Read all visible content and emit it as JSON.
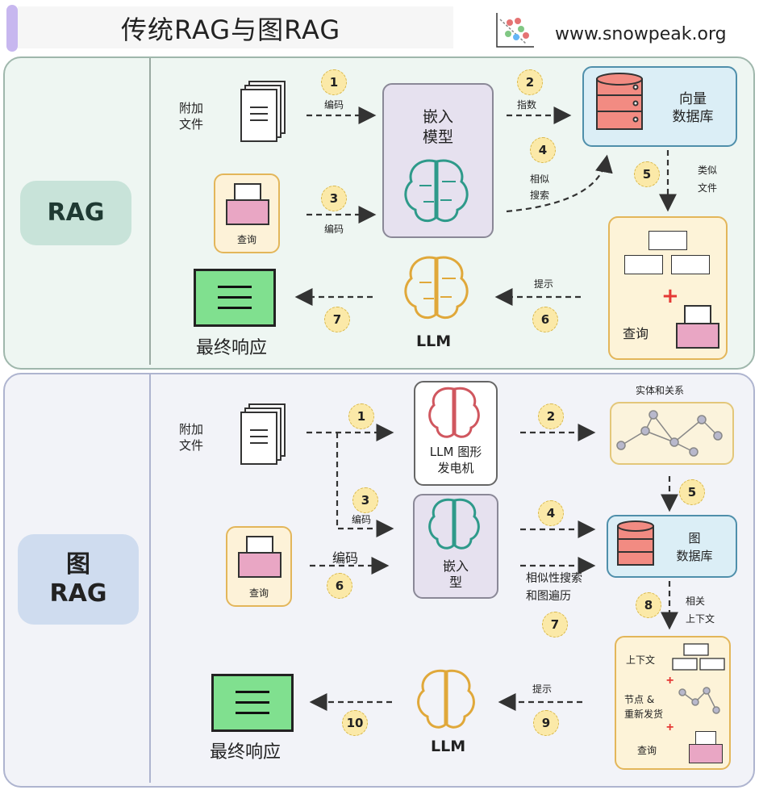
{
  "title": "传统RAG与图RAG",
  "site": "www.snowpeak.org",
  "icons": [
    "chart-logo-icon",
    "document-stack-icon",
    "envelope-icon",
    "brain-icon",
    "database-icon",
    "graph-icon"
  ],
  "rag": {
    "label": "RAG",
    "docs_label": "附加\n文件",
    "query_label": "查询",
    "embed_label": "嵌入\n模型",
    "db_label": "向量\n数据库",
    "similar_label": "类似\n文件",
    "ctx_query_label": "查询",
    "llm_label": "LLM",
    "response_label": "最终响应",
    "step_labels": {
      "s1": "编码",
      "s2": "指数",
      "s3": "编码",
      "s4": "相似\n搜索",
      "s5": "",
      "s6": "提示",
      "s7": ""
    },
    "steps": [
      "1",
      "2",
      "3",
      "4",
      "5",
      "6",
      "7"
    ]
  },
  "graph_rag": {
    "label": "图\nRAG",
    "docs_label": "附加\n文件",
    "query_label": "查询",
    "gen_label": "LLM 图形\n发电机",
    "entities_label": "实体和关系",
    "embed_label": "嵌入\n型",
    "db_label": "图\n数据库",
    "related_label": "相关\n上下文",
    "ctx_labels": [
      "上下文",
      "节点 &\n重新发货",
      "查询"
    ],
    "llm_label": "LLM",
    "response_label": "最终响应",
    "step_labels": {
      "s3": "编码",
      "s6": "编码",
      "s7": "相似性搜索\n和图遍历",
      "s9": "提示"
    },
    "steps": [
      "1",
      "2",
      "3",
      "4",
      "5",
      "6",
      "7",
      "8",
      "9",
      "10"
    ]
  }
}
